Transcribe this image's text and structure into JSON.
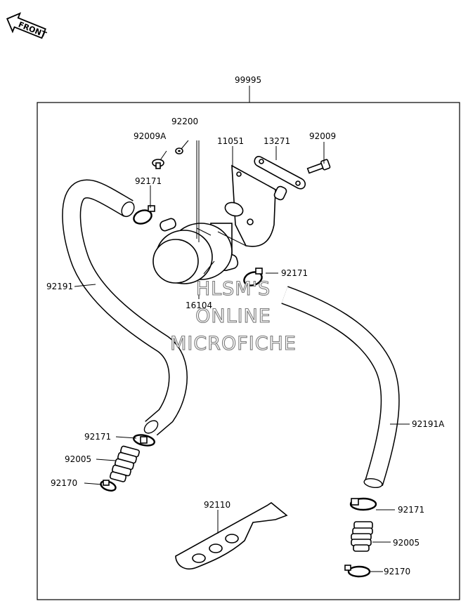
{
  "front_arrow": {
    "label": "FRONT"
  },
  "frame_label": "99995",
  "watermark": {
    "line1": "HLSM'S",
    "line2": "ONLINE",
    "line3": "MICROFICHE"
  },
  "parts": {
    "p92200": "92200",
    "p92009A": "92009A",
    "p11051": "11051",
    "p13271": "13271",
    "p92009": "92009",
    "p92171_top": "92171",
    "p92171_mid": "92171",
    "p92191": "92191",
    "p16104": "16104",
    "p92191A": "92191A",
    "p92171_left": "92171",
    "p92005_left": "92005",
    "p92170_left": "92170",
    "p92110": "92110",
    "p92171_right": "92171",
    "p92005_right": "92005",
    "p92170_right": "92170"
  }
}
